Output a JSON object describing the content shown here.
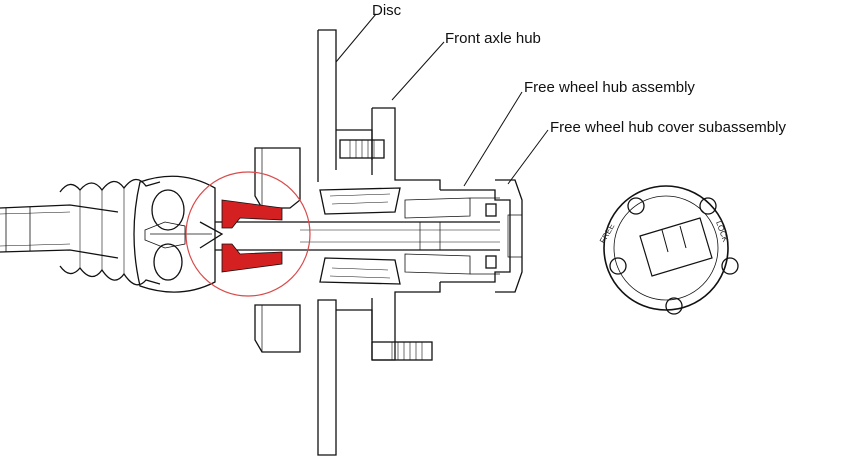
{
  "labels": {
    "disc": "Disc",
    "front_axle_hub": "Front axle hub",
    "free_wheel_hub_assembly": "Free wheel hub assembly",
    "free_wheel_hub_cover": "Free wheel hub cover subassembly"
  },
  "knob": {
    "free": "FREE",
    "lock": "LOCK"
  },
  "colors": {
    "highlight_circle": "#d94a4a",
    "seal_fill": "#d42020",
    "line": "#111111"
  }
}
